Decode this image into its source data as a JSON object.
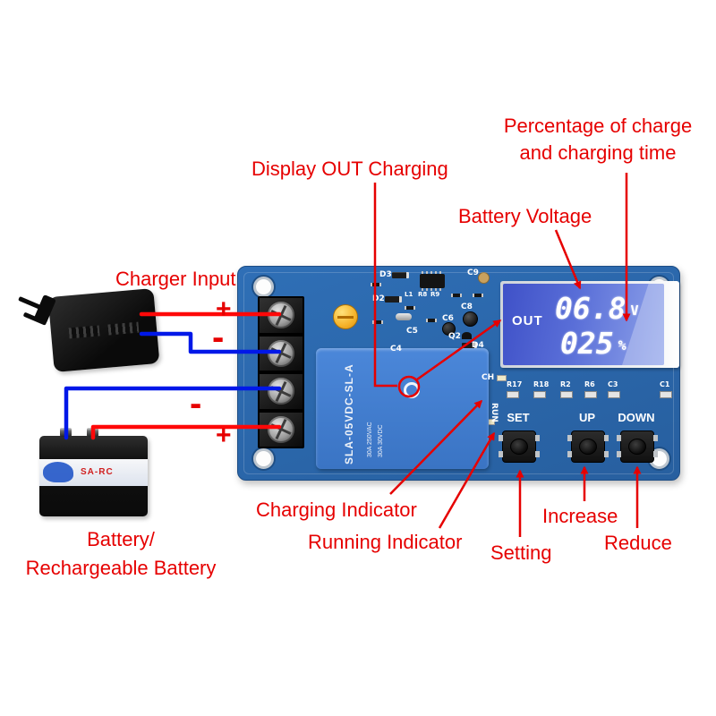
{
  "colors": {
    "annotation_red": "#e60000",
    "pcb_blue": "#2c69ae",
    "relay_blue": "#4180d0",
    "lcd_blue": "#5a6fd8",
    "wire_red": "#ff0808",
    "wire_blue": "#0018e8"
  },
  "annotations": {
    "percentage_line1": "Percentage of charge",
    "percentage_line2": "and charging time",
    "display_out": "Display OUT Charging",
    "battery_voltage": "Battery Voltage",
    "charger_input": "Charger Input",
    "charging_indicator": "Charging Indicator",
    "running_indicator": "Running Indicator",
    "setting": "Setting",
    "increase": "Increase",
    "reduce": "Reduce",
    "battery_line1": "Battery/",
    "battery_line2": "Rechargeable Battery",
    "plus_charger": "+",
    "minus_charger": "-",
    "minus_battery": "-",
    "plus_battery": "+"
  },
  "battery": {
    "label_text": "SA-RC"
  },
  "pcb": {
    "lcd": {
      "out": "OUT",
      "voltage": "06.8",
      "voltage_unit": "V",
      "percent": "025",
      "percent_unit": "%"
    },
    "buttons": {
      "set": "SET",
      "up": "UP",
      "down": "DOWN"
    },
    "leds": {
      "ch": "CH",
      "run": "RUN"
    },
    "relay": {
      "model": "SLA-05VDC-SL-A",
      "spec1": "30A 250VAC",
      "spec2": "30A 30VDC"
    },
    "silk": {
      "d3": "D3",
      "c9": "C9",
      "d2": "D2",
      "l1": "L1",
      "r8": "R8",
      "r9": "R9",
      "c8": "C8",
      "c5": "C5",
      "c6": "C6",
      "q2": "Q2",
      "d4": "D4",
      "c4": "C4",
      "r17": "R17",
      "r18": "R18",
      "r2": "R2",
      "r6": "R6",
      "c3": "C3",
      "c1": "C1"
    }
  }
}
